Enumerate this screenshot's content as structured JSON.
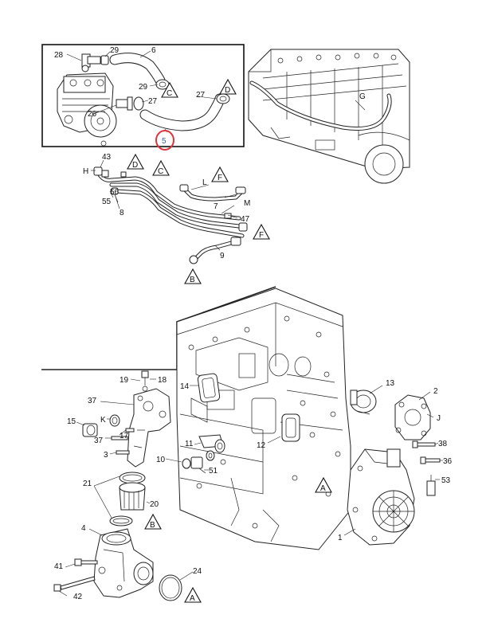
{
  "diagram": {
    "callouts": {
      "c28": "28",
      "c29a": "29",
      "c6": "6",
      "c29b": "29",
      "c27a": "27",
      "c27b": "27",
      "c26": "26",
      "c5": "5",
      "cG": "G",
      "c43": "43",
      "cH": "H",
      "c56": "56",
      "c55": "55",
      "c8": "8",
      "cL": "L",
      "c7": "7",
      "cM": "M",
      "c47": "47",
      "c9": "9",
      "c19": "19",
      "c18": "18",
      "c14": "14",
      "c13": "13",
      "c2": "2",
      "c37a": "37",
      "cK": "K",
      "c15": "15",
      "c37b": "37",
      "c17": "17",
      "cJ": "J",
      "c38": "38",
      "c12": "12",
      "c11": "11",
      "c3": "3",
      "c10": "10",
      "c51": "51",
      "c36": "36",
      "c53": "53",
      "c21": "21",
      "c20": "20",
      "c4": "4",
      "c1": "1",
      "c41": "41",
      "c24": "24",
      "c42": "42"
    },
    "references": {
      "rC1": "C",
      "rD1": "D",
      "rD2": "D",
      "rC2": "C",
      "rF1": "F",
      "rF2": "F",
      "rB1": "B",
      "rA1": "A",
      "rB2": "B",
      "rA2": "A"
    },
    "highlight_color": "#e0343c",
    "line_color": "#222222"
  }
}
